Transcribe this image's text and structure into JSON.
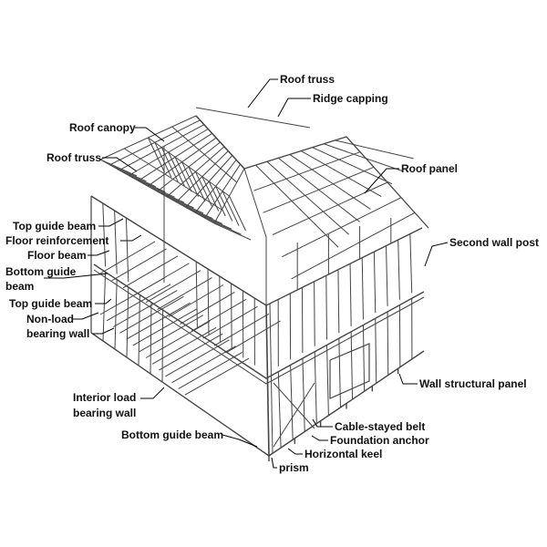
{
  "diagram": {
    "colors": {
      "line": "#444444",
      "leader": "#000000",
      "background": "#ffffff"
    },
    "labels": {
      "roof_truss_top": "Roof truss",
      "ridge_capping": "Ridge capping",
      "roof_canopy": "Roof canopy",
      "roof_truss_left": "Roof truss",
      "roof_panel": "Roof panel",
      "top_guide_beam_upper": "Top guide beam",
      "floor_reinforcement": "Floor reinforcement",
      "second_wall_post": "Second wall post",
      "floor_beam": "Floor beam",
      "bottom_guide_beam_upper_1": "Bottom guide",
      "bottom_guide_beam_upper_2": "beam",
      "top_guide_beam_lower": "Top guide beam",
      "non_load_bearing_wall_1": "Non-load",
      "non_load_bearing_wall_2": "bearing wall",
      "wall_structural_panel": "Wall structural panel",
      "interior_load_bearing_wall_1": "Interior load",
      "interior_load_bearing_wall_2": "bearing wall",
      "cable_stayed_belt": "Cable-stayed belt",
      "bottom_guide_beam_lower": "Bottom guide beam",
      "foundation_anchor": "Foundation anchor",
      "horizontal_keel": "Horizontal keel",
      "prism": "prism"
    }
  }
}
